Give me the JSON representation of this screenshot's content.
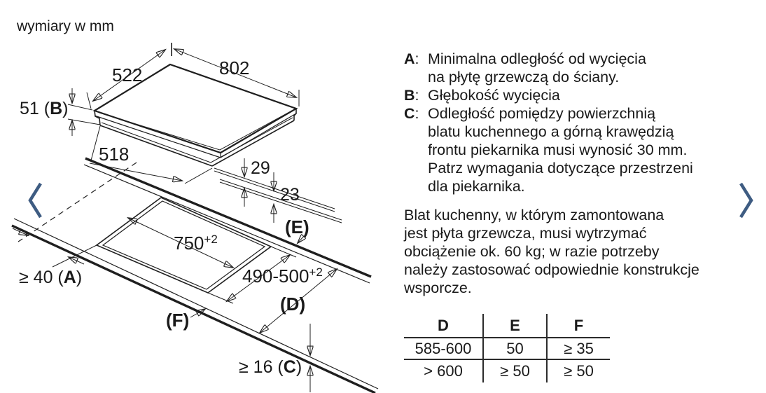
{
  "page": {
    "units_label": "wymiary w mm"
  },
  "colors": {
    "accent_blue": "#3e5c82",
    "line": "#1f1f1f",
    "text": "#1a1a1a"
  },
  "icons": {
    "prev": "chevron-left",
    "next": "chevron-right"
  },
  "diagram": {
    "hob": {
      "width": "802",
      "depth": "522",
      "base_width": "518",
      "height": {
        "prefix": "51 (",
        "letter": "B",
        "suffix": ")"
      },
      "profile_upper": "29",
      "profile_lower": "23"
    },
    "cutout": {
      "width": "750",
      "width_tol": "+2",
      "depth": "490-500",
      "depth_tol": "+2",
      "side_clearance": {
        "prefix": "≥ 40 (",
        "letter": "A",
        "suffix": ")"
      },
      "worktop_thickness": {
        "prefix": "≥ 16 (",
        "letter": "C",
        "suffix": ")"
      },
      "label_e": {
        "prefix": "(",
        "letter": "E",
        "suffix": ")"
      },
      "label_d": {
        "prefix": "(",
        "letter": "D",
        "suffix": ")"
      },
      "label_f": {
        "prefix": "(",
        "letter": "F",
        "suffix": ")"
      }
    }
  },
  "notes": {
    "definitions": [
      {
        "letter": "A",
        "sep": ":",
        "lines": [
          "Minimalna odległość od wycięcia",
          "na płytę grzewczą do ściany."
        ]
      },
      {
        "letter": "B",
        "sep": ":",
        "lines": [
          "Głębokość wycięcia"
        ]
      },
      {
        "letter": "C",
        "sep": ":",
        "lines": [
          "Odległość pomiędzy powierzchnią",
          "blatu kuchennego a górną krawędzią",
          "frontu piekarnika musi wynosić 30 mm.",
          "Patrz wymagania dotyczące przestrzeni",
          "dla piekarnika."
        ]
      }
    ],
    "paragraph_lines": [
      "Blat kuchenny, w którym zamontowana",
      "jest płyta grzewcza, musi wytrzymać",
      "obciążenie ok. 60 kg; w razie potrzeby",
      "należy zastosować odpowiednie konstrukcje",
      "wsporcze."
    ]
  },
  "table": {
    "headers": [
      "D",
      "E",
      "F"
    ],
    "rows": [
      [
        "585-600",
        "50",
        "≥ 35"
      ],
      [
        "> 600",
        "≥ 50",
        "≥ 50"
      ]
    ]
  }
}
